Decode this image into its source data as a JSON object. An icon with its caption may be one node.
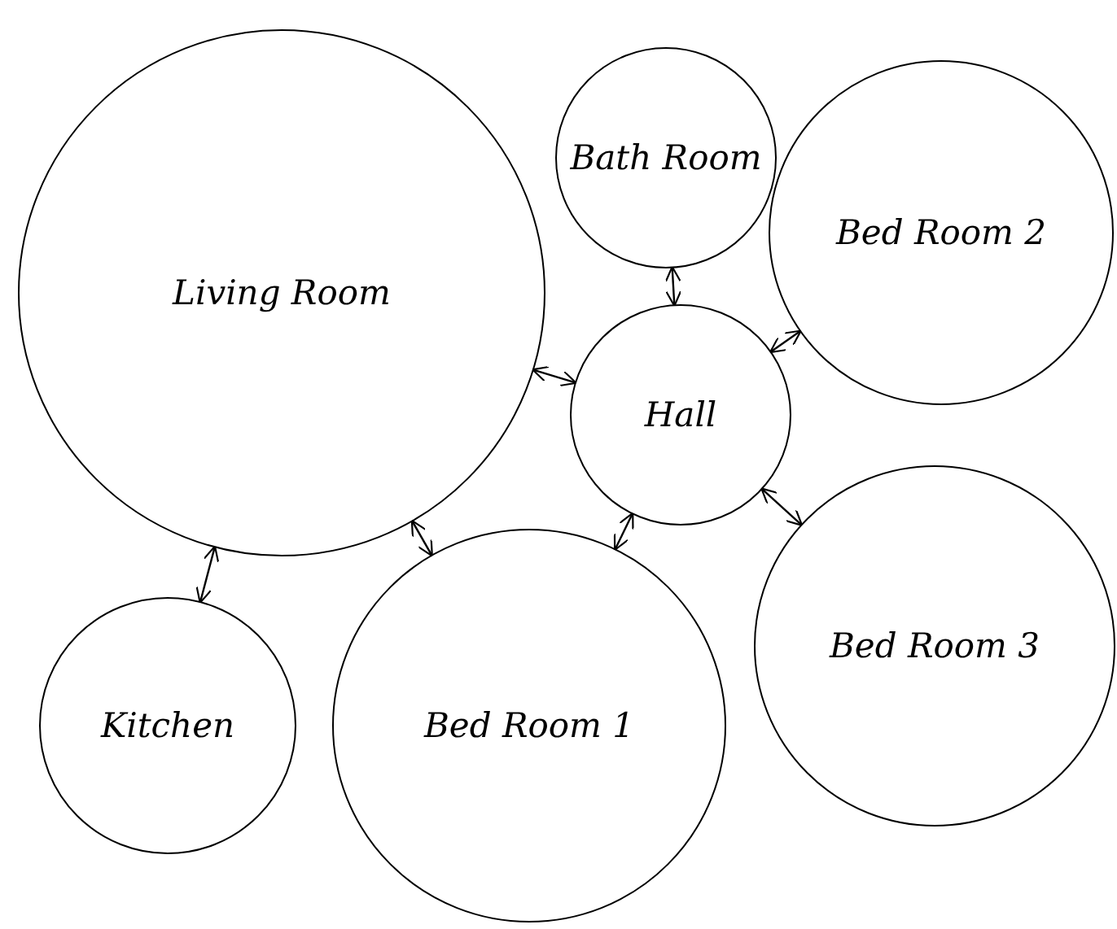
{
  "diagram": {
    "nodes": [
      {
        "text": [
          "Living Room"
        ]
      },
      {
        "text": [
          "Bath Room"
        ]
      },
      {
        "text": [
          "Bed Room 2"
        ]
      },
      {
        "text": [
          "Hall"
        ]
      },
      {
        "text": [
          "Bed Room 3"
        ]
      },
      {
        "text": [
          "Kitchen"
        ]
      },
      {
        "text": [
          "Bed Room 1"
        ]
      }
    ],
    "edges": [
      {
        "from": 0,
        "to": 3,
        "arrow": "both"
      },
      {
        "from": 1,
        "to": 3,
        "arrow": "both"
      },
      {
        "from": 2,
        "to": 3,
        "arrow": "both"
      },
      {
        "from": 4,
        "to": 3,
        "arrow": "both"
      },
      {
        "from": 6,
        "to": 3,
        "arrow": "both"
      },
      {
        "from": 0,
        "to": 6,
        "arrow": "both"
      },
      {
        "from": 0,
        "to": 5,
        "arrow": "both"
      }
    ]
  }
}
